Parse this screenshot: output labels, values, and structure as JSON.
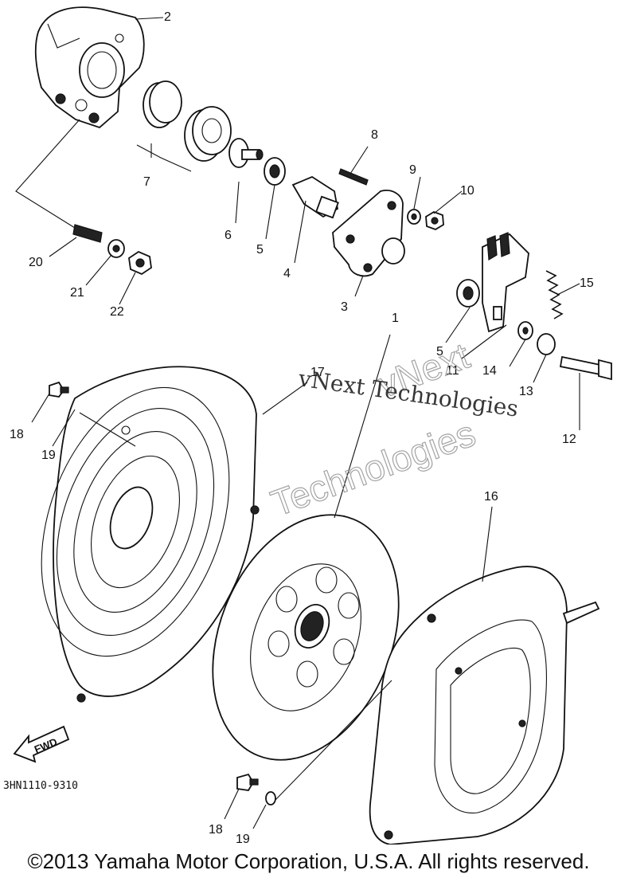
{
  "callouts": [
    {
      "label": "1"
    },
    {
      "label": "2"
    },
    {
      "label": "3"
    },
    {
      "label": "4"
    },
    {
      "label": "5"
    },
    {
      "label": "6"
    },
    {
      "label": "7"
    },
    {
      "label": "8"
    },
    {
      "label": "9"
    },
    {
      "label": "10"
    },
    {
      "label": "11"
    },
    {
      "label": "12"
    },
    {
      "label": "5"
    },
    {
      "label": "14"
    },
    {
      "label": "15"
    },
    {
      "label": "16"
    },
    {
      "label": "17"
    },
    {
      "label": "18"
    },
    {
      "label": "19"
    },
    {
      "label": "20"
    },
    {
      "label": "21"
    },
    {
      "label": "22"
    },
    {
      "label": "13"
    },
    {
      "label": "18"
    },
    {
      "label": "19"
    }
  ],
  "diagram_code": "3HN1110-9310",
  "fwd_label": "FWD",
  "watermark": {
    "line1": "vNext Technologies",
    "line2a": "vNext",
    "line2b": "Technologies"
  },
  "copyright": "©2013 Yamaha Motor Corporation, U.S.A. All rights reserved."
}
